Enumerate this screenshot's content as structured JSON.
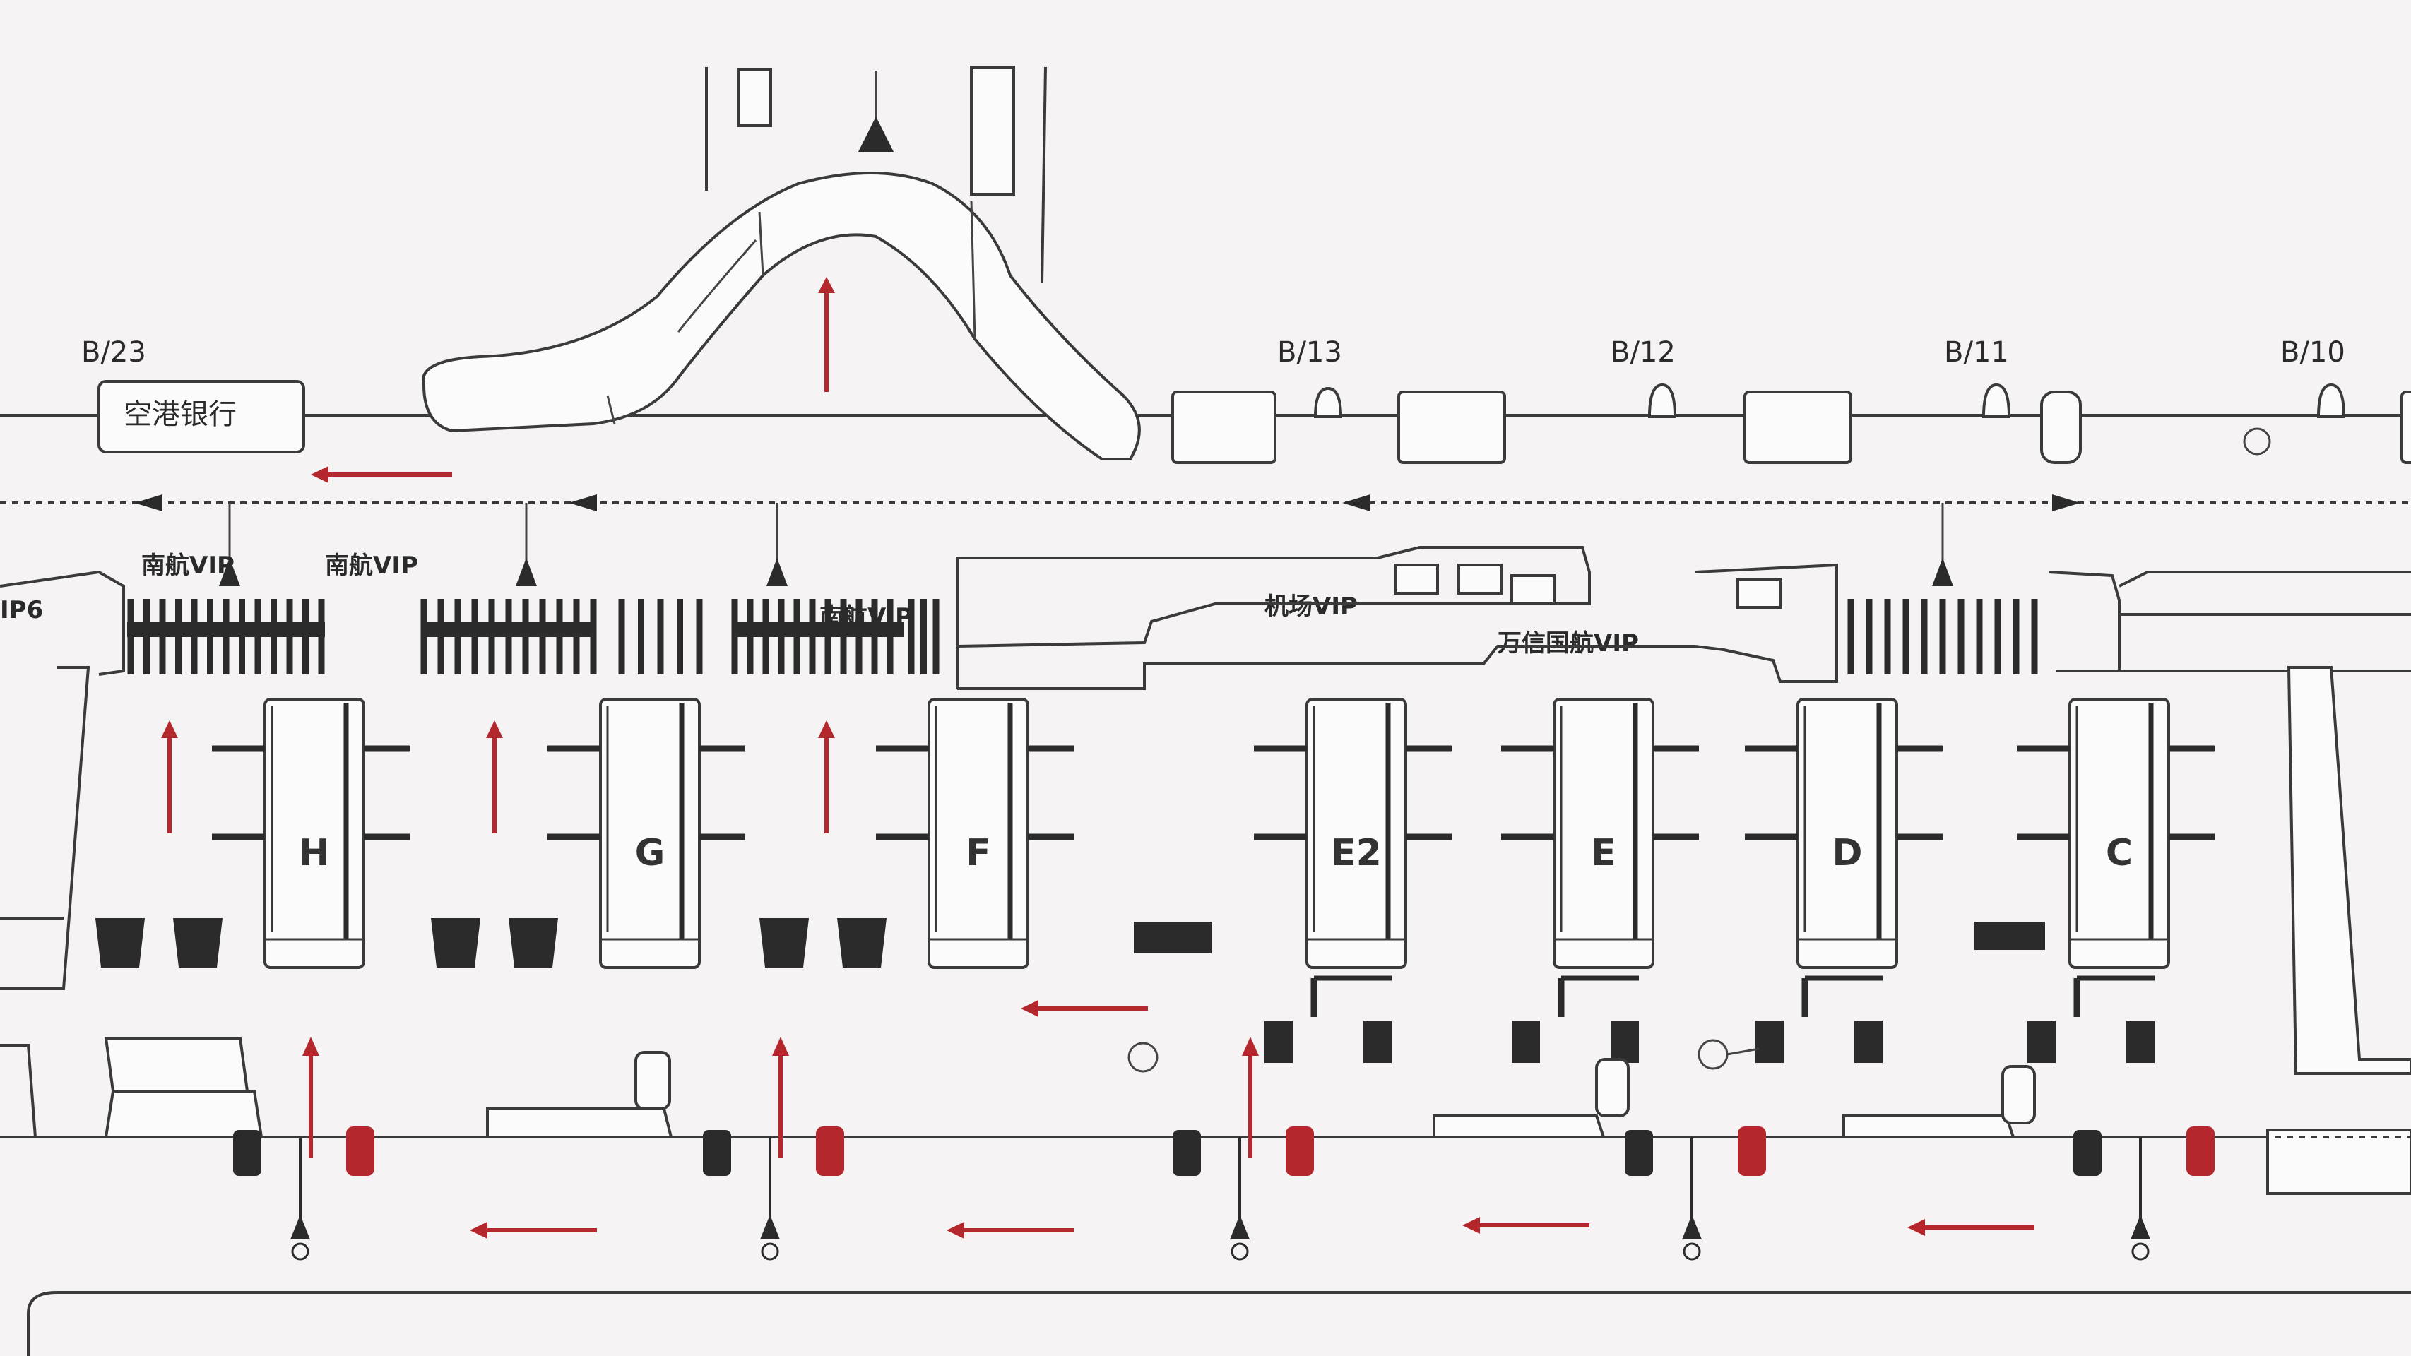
{
  "labels": {
    "b23": "B/23",
    "b13": "B/13",
    "b12": "B/12",
    "b11": "B/11",
    "b10": "B/10",
    "airport_bank": "空港银行",
    "vip_left_edge": "IP6",
    "vip_1": "南航VIP",
    "vip_2": "南航VIP",
    "vip_3": "南航VIP",
    "vip_4": "机场VIP",
    "vip_5": "万信国航VIP"
  },
  "counters": [
    "H",
    "G",
    "F",
    "E2",
    "E",
    "D",
    "C"
  ],
  "colors": {
    "line": "#3a3a3a",
    "accent_red": "#b3272d",
    "background": "#f5f3f3"
  }
}
